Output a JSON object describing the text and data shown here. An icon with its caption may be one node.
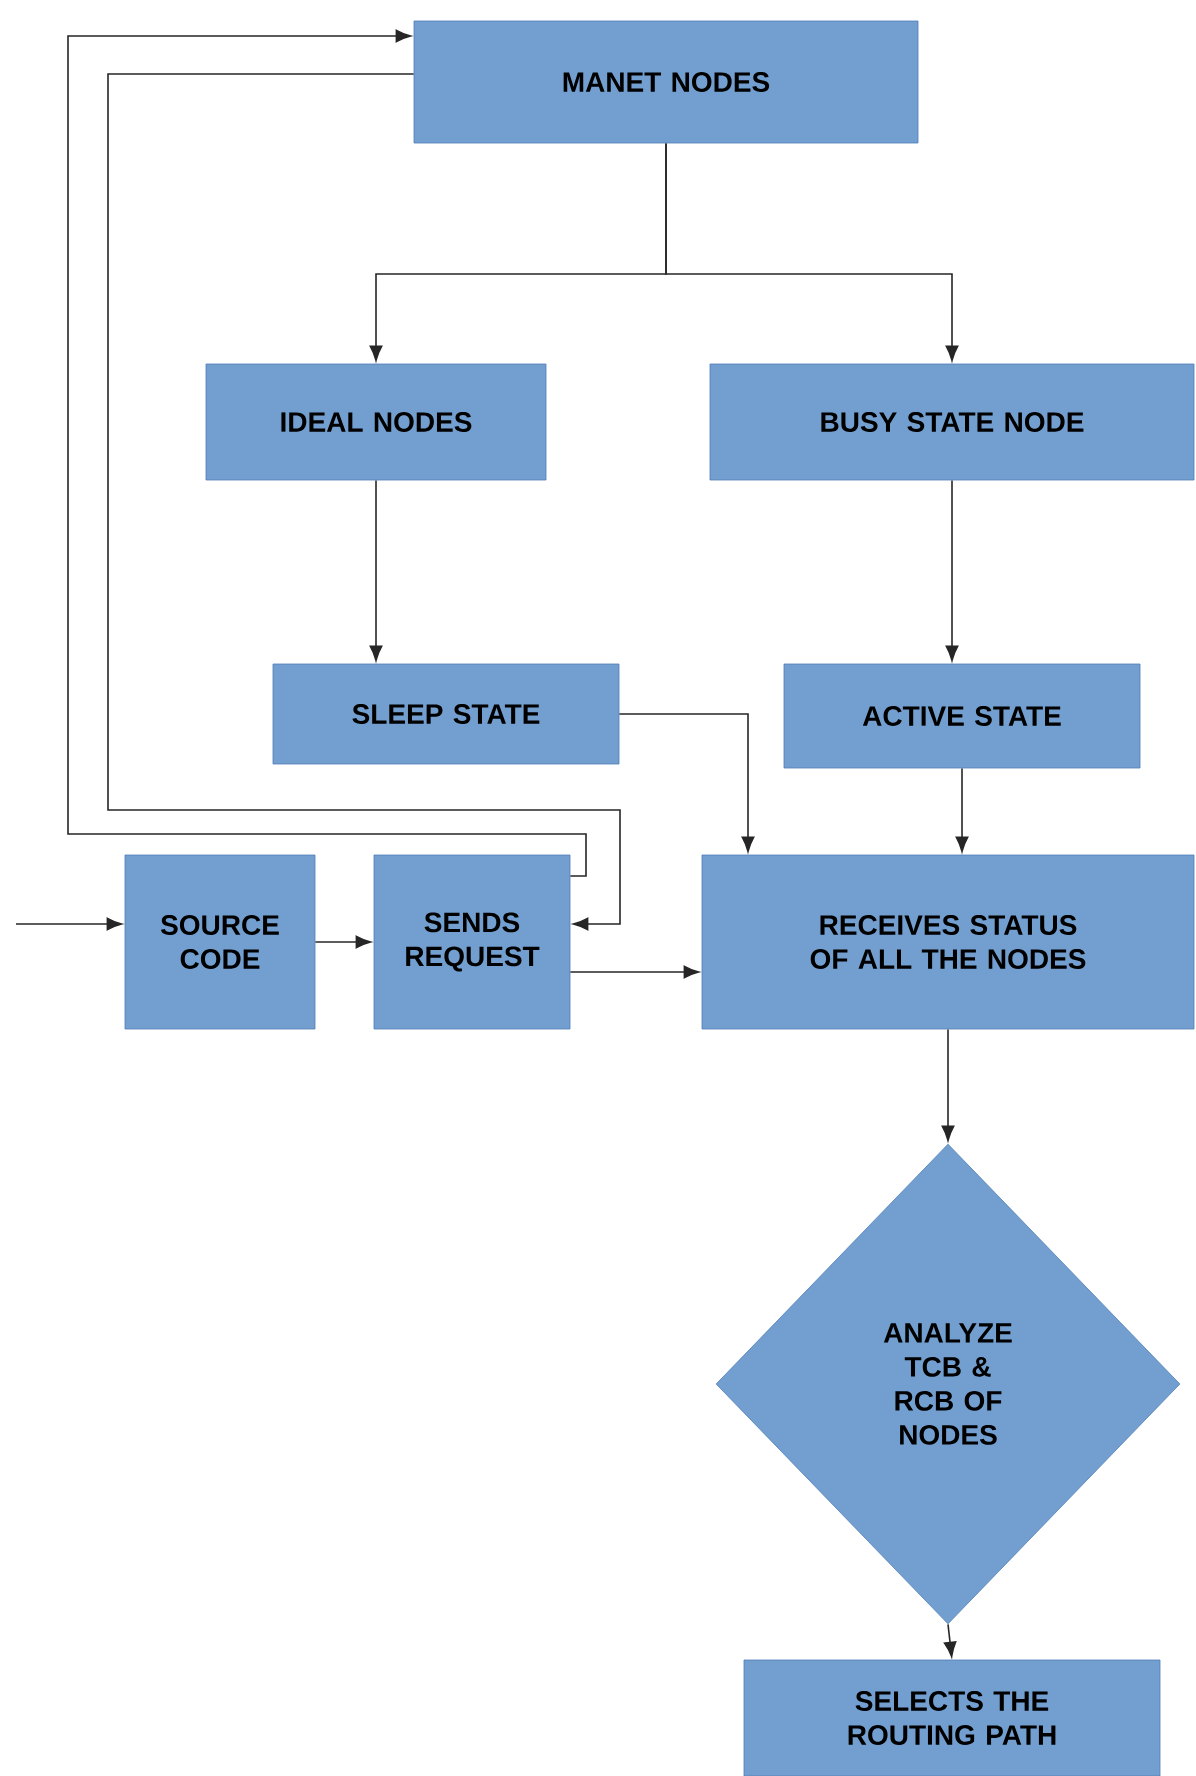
{
  "diagram": {
    "nodes": [
      {
        "text": [
          "MANET NODES"
        ]
      },
      {
        "text": [
          "IDEAL NODES"
        ]
      },
      {
        "text": [
          "BUSY STATE NODE"
        ]
      },
      {
        "text": [
          "SLEEP STATE"
        ]
      },
      {
        "text": [
          "ACTIVE STATE"
        ]
      },
      {
        "text": [
          "SOURCE CODE"
        ]
      },
      {
        "text": [
          "SENDS REQUEST"
        ]
      },
      {
        "text": [
          "RECEIVES STATUS OF ALL THE NODES"
        ]
      },
      {
        "text": [
          "ANALYZE TCB & RCB OF NODES"
        ]
      },
      {
        "text": [
          "SELECTS THE ROUTING PATH"
        ]
      }
    ],
    "edges": [
      {
        "from": 0,
        "to": 1,
        "arrow": "to"
      },
      {
        "from": 0,
        "to": 2,
        "arrow": "to"
      },
      {
        "from": 1,
        "to": 3,
        "arrow": "to"
      },
      {
        "from": 2,
        "to": 4,
        "arrow": "to"
      },
      {
        "from": 3,
        "to": 7,
        "arrow": "to"
      },
      {
        "from": 4,
        "to": 7,
        "arrow": "to"
      },
      {
        "from": 5,
        "to": 6,
        "arrow": "to"
      },
      {
        "from": 6,
        "to": 7,
        "arrow": "to"
      },
      {
        "from": 7,
        "to": 8,
        "arrow": "to"
      },
      {
        "from": 8,
        "to": 9,
        "arrow": "to"
      },
      {
        "from": null,
        "to": 5,
        "arrow": "to"
      },
      {
        "from": 6,
        "to": 0,
        "arrow": "to"
      },
      {
        "from": 0,
        "to": 6,
        "arrow": "to"
      }
    ]
  }
}
